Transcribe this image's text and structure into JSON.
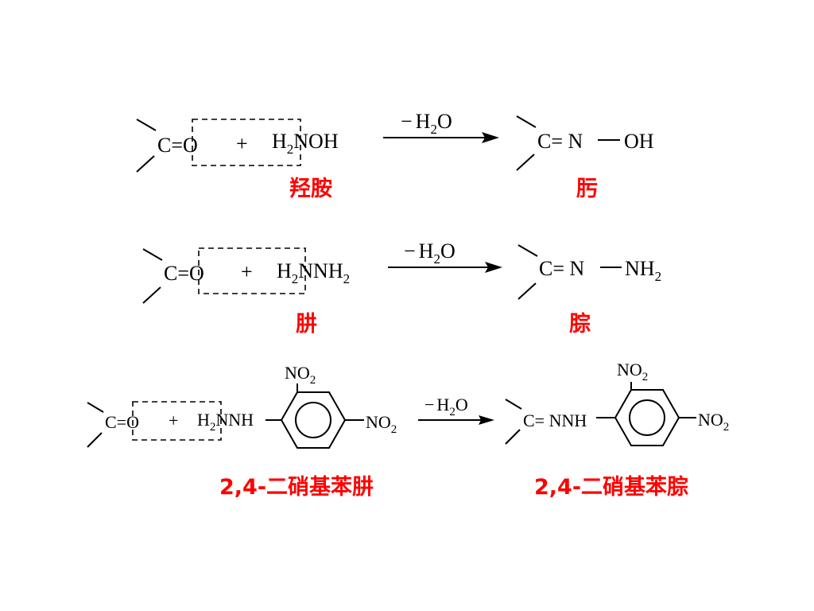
{
  "colors": {
    "text": "#000000",
    "label": "#ff0000",
    "background": "#ffffff"
  },
  "reaction_1": {
    "carbonyl": "C=O",
    "plus": "+",
    "reagent": {
      "h": "H",
      "sub": "2",
      "rest": "NOH"
    },
    "condition": {
      "minus": "−",
      "h": "H",
      "sub": "2",
      "o": "O"
    },
    "product": {
      "cn": "C= N",
      "tail": "OH"
    },
    "reagent_name": "羟胺",
    "product_name": "肟"
  },
  "reaction_2": {
    "carbonyl": "C=O",
    "plus": "+",
    "reagent": {
      "h": "H",
      "sub": "2",
      "rest": "NNH",
      "sub2": "2"
    },
    "condition": {
      "minus": "−",
      "h": "H",
      "sub": "2",
      "o": "O"
    },
    "product": {
      "cn": "C= N",
      "tail": "NH",
      "sub": "2"
    },
    "reagent_name": "肼",
    "product_name": "腙"
  },
  "reaction_3": {
    "carbonyl": "C=O",
    "plus": "+",
    "reagent": {
      "h": "H",
      "sub": "2",
      "rest": "NNH"
    },
    "nitro": {
      "n": "NO",
      "sub": "2"
    },
    "condition": {
      "minus": "−",
      "h": "H",
      "sub": "2",
      "o": "O"
    },
    "product": {
      "cn": "C= NNH"
    },
    "reagent_name": "2,4-二硝基苯肼",
    "product_name": "2,4-二硝基苯腙"
  }
}
